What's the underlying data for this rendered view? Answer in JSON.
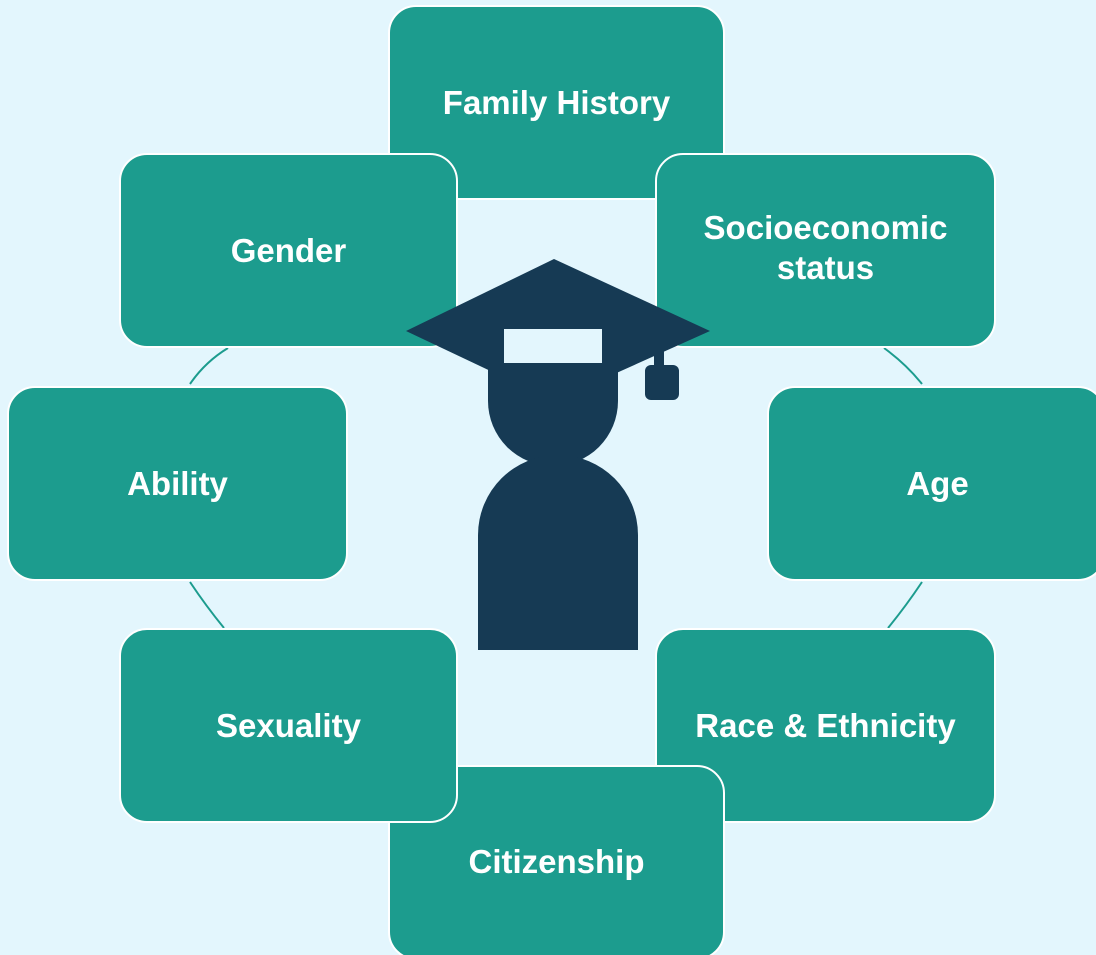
{
  "diagram": {
    "center_icon": "graduate-student-icon",
    "colors": {
      "background": "#e3f6fd",
      "node_fill": "#1c9c8e",
      "node_text": "#ffffff",
      "icon": "#163a54"
    },
    "nodes": {
      "family_history": "Family History",
      "gender": "Gender",
      "socioeconomic_line1": "Socioeconomic",
      "socioeconomic_line2": "status",
      "ability": "Ability",
      "age": "Age",
      "sexuality": "Sexuality",
      "race_ethnicity": "Race & Ethnicity",
      "citizenship": "Citizenship"
    }
  }
}
